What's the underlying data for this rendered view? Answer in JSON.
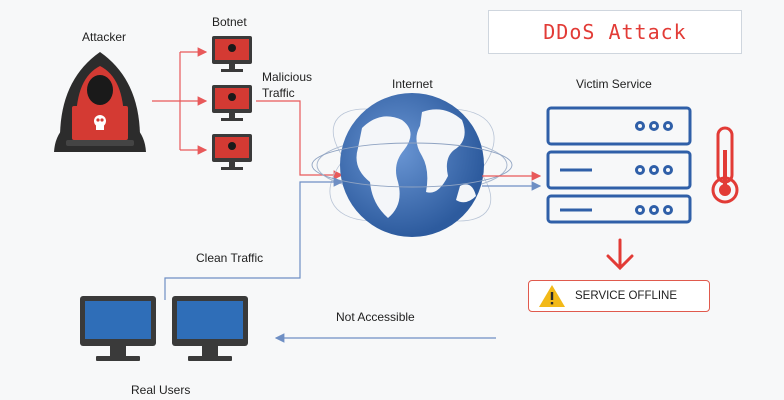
{
  "title": "DDoS Attack",
  "labels": {
    "attacker": "Attacker",
    "botnet": "Botnet",
    "malicious_traffic_line1": "Malicious",
    "malicious_traffic_line2": "Traffic",
    "internet": "Internet",
    "victim_service": "Victim Service",
    "clean_traffic": "Clean Traffic",
    "not_accessible": "Not Accessible",
    "real_users": "Real Users",
    "service_offline": "SERVICE OFFLINE"
  },
  "colors": {
    "accent_red": "#e23b36",
    "arrow_red": "#e8595a",
    "flow_blue": "#6f8fc4",
    "server_blue": "#2f5fa8",
    "globe_blue": "#3f6fb1",
    "warning_yellow": "#f2b918",
    "dark": "#333333"
  },
  "icons": [
    "hacker-icon",
    "bot-computer-icon",
    "globe-icon",
    "server-icon",
    "thermometer-icon",
    "warning-icon",
    "down-arrow-icon",
    "user-computer-icon"
  ]
}
